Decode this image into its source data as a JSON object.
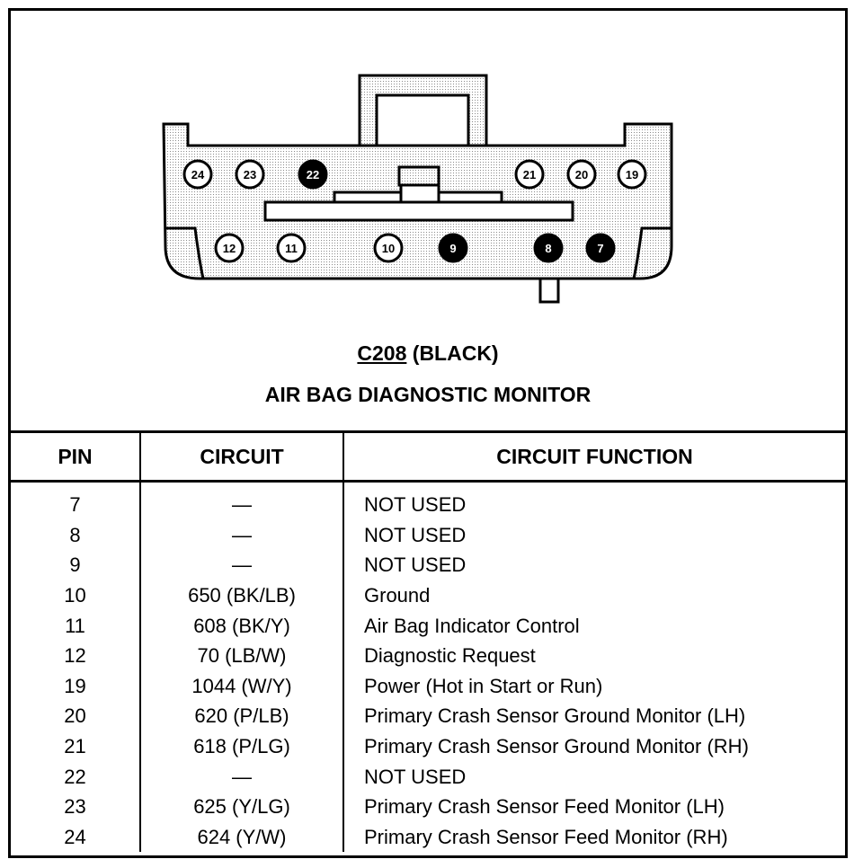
{
  "connector": {
    "code": "C208",
    "color_label": "(BLACK)",
    "title": "AIR BAG DIAGNOSTIC MONITOR",
    "top_row_pins": [
      {
        "label": "24",
        "filled": false
      },
      {
        "label": "23",
        "filled": false
      },
      {
        "label": "22",
        "filled": true
      },
      {
        "label": "21",
        "filled": false
      },
      {
        "label": "20",
        "filled": false
      },
      {
        "label": "19",
        "filled": false
      }
    ],
    "bottom_row_pins": [
      {
        "label": "12",
        "filled": false
      },
      {
        "label": "11",
        "filled": false
      },
      {
        "label": "10",
        "filled": false
      },
      {
        "label": "9",
        "filled": true
      },
      {
        "label": "8",
        "filled": true
      },
      {
        "label": "7",
        "filled": true
      }
    ]
  },
  "table": {
    "headers": {
      "pin": "PIN",
      "circuit": "CIRCUIT",
      "function": "CIRCUIT FUNCTION"
    },
    "rows": [
      {
        "pin": "7",
        "circuit": "—",
        "function": "NOT USED"
      },
      {
        "pin": "8",
        "circuit": "—",
        "function": "NOT USED"
      },
      {
        "pin": "9",
        "circuit": "—",
        "function": "NOT USED"
      },
      {
        "pin": "10",
        "circuit": "650 (BK/LB)",
        "function": "Ground"
      },
      {
        "pin": "11",
        "circuit": "608 (BK/Y)",
        "function": "Air Bag Indicator Control"
      },
      {
        "pin": "12",
        "circuit": "70 (LB/W)",
        "function": "Diagnostic Request"
      },
      {
        "pin": "19",
        "circuit": "1044 (W/Y)",
        "function": "Power (Hot in Start or Run)"
      },
      {
        "pin": "20",
        "circuit": "620 (P/LB)",
        "function": "Primary Crash Sensor Ground Monitor (LH)"
      },
      {
        "pin": "21",
        "circuit": "618 (P/LG)",
        "function": "Primary Crash Sensor Ground Monitor (RH)"
      },
      {
        "pin": "22",
        "circuit": "—",
        "function": "NOT USED"
      },
      {
        "pin": "23",
        "circuit": "625 (Y/LG)",
        "function": "Primary Crash Sensor Feed Monitor (LH)"
      },
      {
        "pin": "24",
        "circuit": "624 (Y/W)",
        "function": "Primary Crash Sensor Feed Monitor (RH)"
      }
    ]
  }
}
